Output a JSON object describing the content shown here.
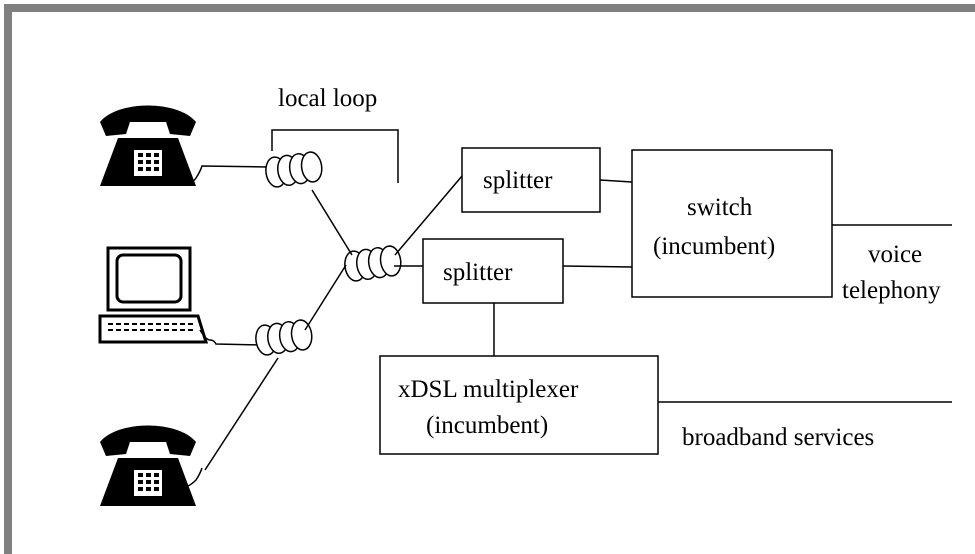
{
  "labels": {
    "local_loop": "local loop",
    "splitter_top": "splitter",
    "splitter_bottom": "splitter",
    "switch_line1": "switch",
    "switch_line2": "(incumbent)",
    "voice_line1": "voice",
    "voice_line2": "telephony",
    "xdsl_line1": "xDSL multiplexer",
    "xdsl_line2": "(incumbent)",
    "broadband": "broadband services"
  },
  "icons": {
    "phone": "telephone-icon",
    "computer": "computer-icon",
    "cable": "cable-coil-icon"
  },
  "colors": {
    "frame": "#7f7f7f",
    "ink": "#000000",
    "background": "#ffffff"
  }
}
